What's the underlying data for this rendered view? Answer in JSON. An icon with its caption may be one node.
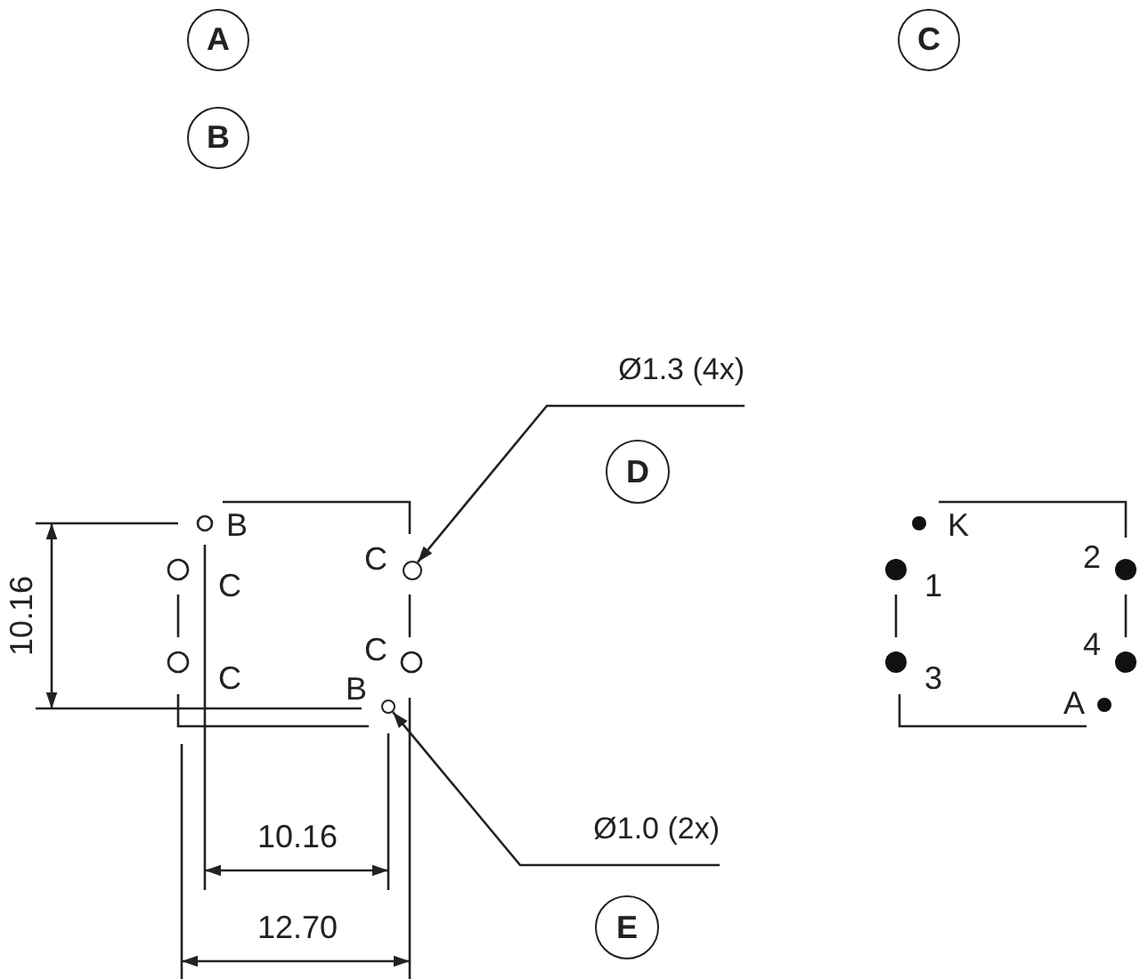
{
  "diagram": {
    "nodes": [
      {
        "text": [
          "A"
        ]
      },
      {
        "text": [
          "C"
        ]
      },
      {
        "text": [
          "B"
        ]
      },
      {
        "text": [
          "Ø1.3 (4x)"
        ]
      },
      {
        "text": [
          "D"
        ]
      },
      {
        "text": [],
        "shape": "circle"
      },
      {
        "text": [
          "Ø1.0 (2x)"
        ]
      },
      {
        "text": [
          "E"
        ]
      },
      {
        "text": [],
        "shape": "circle"
      }
    ],
    "edges": [
      {
        "from": 3,
        "to": 5,
        "arrow": "to"
      },
      {
        "from": 6,
        "to": 8,
        "arrow": "to"
      }
    ],
    "labels": [
      "B",
      "C",
      "C",
      "C",
      "C",
      "B",
      "10.16",
      "10.16",
      "12.70",
      "K",
      "2",
      "1",
      "4",
      "3",
      "A"
    ]
  }
}
